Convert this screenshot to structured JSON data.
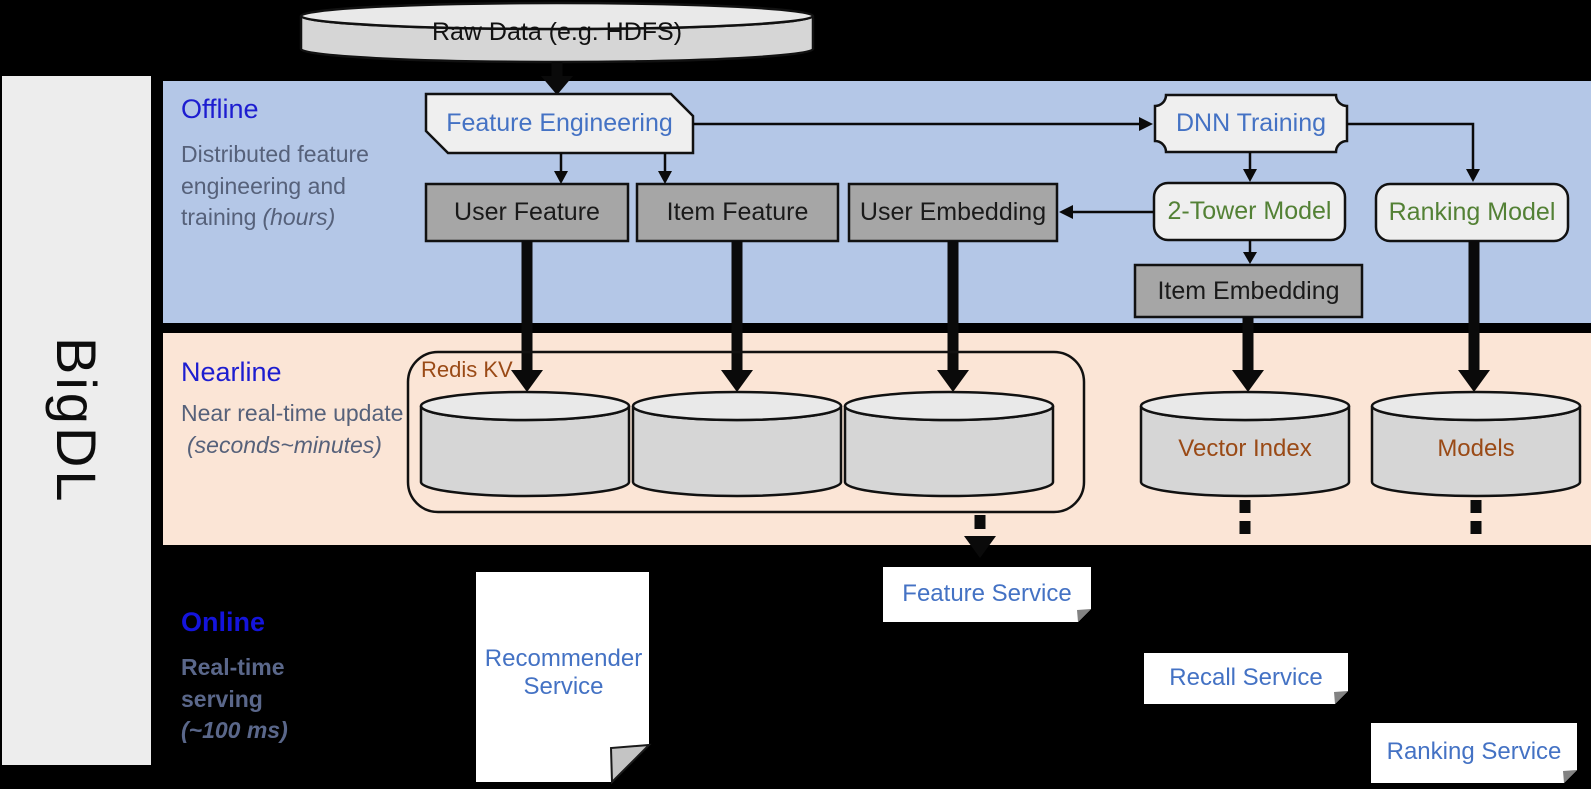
{
  "brand": {
    "label": "BigDL"
  },
  "datasource": {
    "label": "Raw Data (e.g. HDFS)"
  },
  "offline": {
    "title": "Offline",
    "subtitle": "Distributed feature engineering and training",
    "note": "(hours)",
    "feature_engineering": "Feature Engineering",
    "dnn_training": "DNN Training",
    "user_feature": "User Feature",
    "item_feature": "Item Feature",
    "user_embedding": "User Embedding",
    "two_tower_model": "2-Tower Model",
    "ranking_model": "Ranking Model",
    "item_embedding": "Item Embedding"
  },
  "nearline": {
    "title": "Nearline",
    "subtitle": "Near real-time update",
    "note": "(seconds~minutes)",
    "redis_kv": "Redis KV",
    "vector_index": "Vector Index",
    "models": "Models"
  },
  "online": {
    "title": "Online",
    "subtitle": "Real-time serving",
    "note": "(~100 ms)",
    "feature_service": "Feature Service",
    "recommender_service": "Recommender Service",
    "recall_service": "Recall Service",
    "ranking_service": "Ranking Service"
  },
  "colors": {
    "background": "#000000",
    "sidebar": "#ededed",
    "offline_band": "#b4c7e7",
    "nearline_band": "#fbe5d6",
    "section_title_blue": "#1d1dd0",
    "subtitle_gray": "#56617a",
    "node_blue_text": "#4472c4",
    "node_green_text": "#538135",
    "storage_brown_text": "#9a4a16",
    "gray_node_fill": "#a6a6a6",
    "light_node_fill": "#efefef",
    "cylinder_fill": "#d6d6d6",
    "service_fill": "#ffffff"
  }
}
